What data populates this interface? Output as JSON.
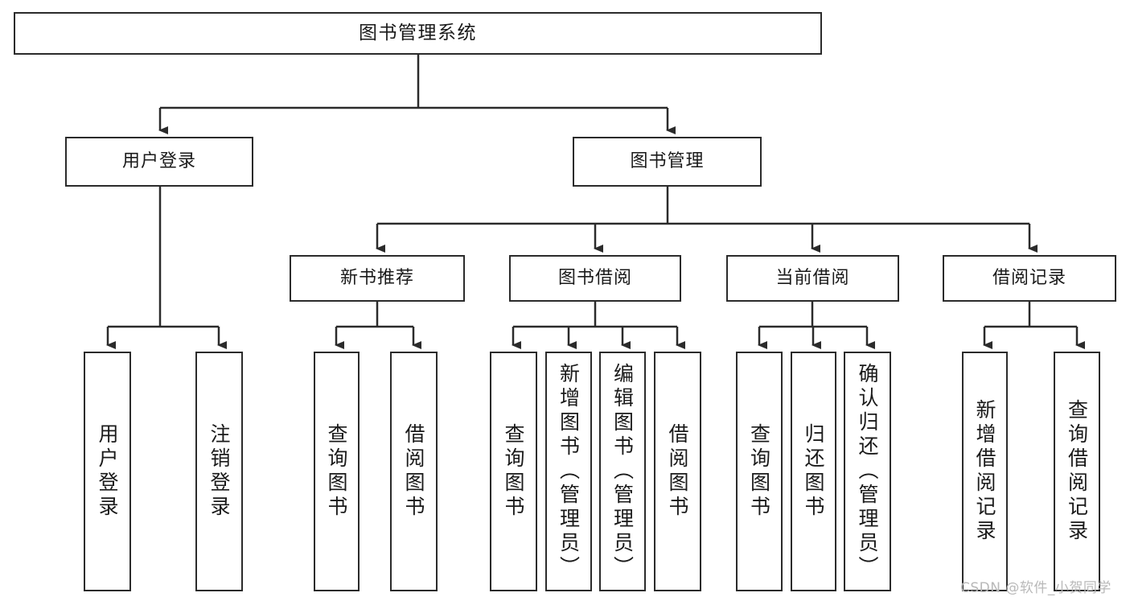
{
  "diagram": {
    "title": "图书管理系统",
    "type": "tree-hierarchy",
    "watermark": "CSDN @软件_小贺同学",
    "colors": {
      "stroke": "#2b2b2b",
      "fill": "#ffffff",
      "text": "#1a1a1a",
      "watermark": "#b9b9b9"
    }
  },
  "nodes": {
    "root": {
      "label": "图书管理系统"
    },
    "level2": [
      {
        "id": "user-login",
        "label": "用户登录"
      },
      {
        "id": "book-manage",
        "label": "图书管理"
      }
    ],
    "level3": [
      {
        "id": "new-book-recommend",
        "label": "新书推荐"
      },
      {
        "id": "book-borrow",
        "label": "图书借阅"
      },
      {
        "id": "current-borrow",
        "label": "当前借阅"
      },
      {
        "id": "borrow-record",
        "label": "借阅记录"
      }
    ],
    "leaves": {
      "user-login": [
        {
          "id": "leaf-user-login",
          "label": "用户登录"
        },
        {
          "id": "leaf-logout-login",
          "label": "注销登录"
        }
      ],
      "new-book-recommend": [
        {
          "id": "leaf-query-book-1",
          "label": "查询图书"
        },
        {
          "id": "leaf-borrow-book-1",
          "label": "借阅图书"
        }
      ],
      "book-borrow": [
        {
          "id": "leaf-query-book-2",
          "label": "查询图书"
        },
        {
          "id": "leaf-add-book",
          "label": "新增图书（管理员）"
        },
        {
          "id": "leaf-edit-book",
          "label": "编辑图书（管理员）"
        },
        {
          "id": "leaf-borrow-book-2",
          "label": "借阅图书"
        }
      ],
      "current-borrow": [
        {
          "id": "leaf-query-book-3",
          "label": "查询图书"
        },
        {
          "id": "leaf-return-book",
          "label": "归还图书"
        },
        {
          "id": "leaf-confirm-return",
          "label": "确认归还（管理员）"
        }
      ],
      "borrow-record": [
        {
          "id": "leaf-add-record",
          "label": "新增借阅记录"
        },
        {
          "id": "leaf-query-record",
          "label": "查询借阅记录"
        }
      ]
    }
  }
}
